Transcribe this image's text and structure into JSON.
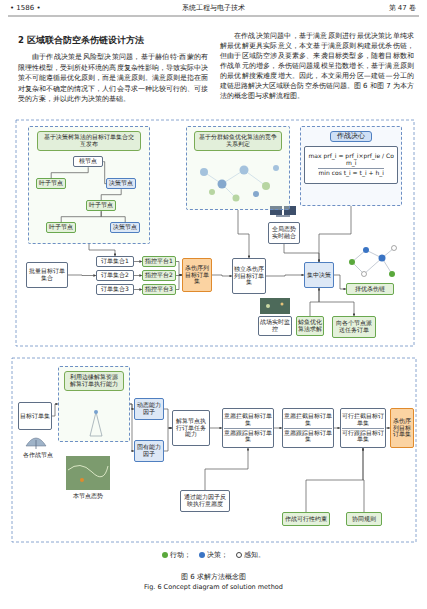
{
  "diagram": {
    "caption": "图 6 求解方法概念图",
    "nodes": [
      {
        "text": [
          "基于决策树算法的目标订单集合交互发布"
        ]
      },
      {
        "text": [
          "根节点"
        ],
        "in": 0
      },
      {
        "text": [
          "叶子节点"
        ],
        "in": 0
      },
      {
        "text": [
          "决策节点"
        ],
        "in": 0
      },
      {
        "text": [
          "叶子节点"
        ],
        "in": 0
      },
      {
        "text": [
          "叶子节点"
        ],
        "in": 0
      },
      {
        "text": [
          "决策节点"
        ],
        "in": 0
      },
      {
        "text": [
          "批量目标订单集合"
        ]
      },
      {
        "text": [
          "订单集合1"
        ]
      },
      {
        "text": [
          "订单集合2"
        ]
      },
      {
        "text": [
          "订单集合3"
        ]
      },
      {
        "text": [
          "指控平台1"
        ]
      },
      {
        "text": [
          "指控平台2"
        ]
      },
      {
        "text": [
          "指控平台3"
        ]
      },
      {
        "text": [
          "杀伤序列目标订单集"
        ]
      },
      {
        "text": [
          "基于分群鲸鱼优化算法的竞争关系判定"
        ]
      },
      {
        "text": [
          "作战决心"
        ]
      },
      {
        "text": [
          "max prf_i = prf_i×prf_ie / Com_i",
          "min cos t_i = t_i + h_i"
        ],
        "in": 16
      },
      {
        "text": [
          "独立杀伤序列目标订单集"
        ]
      },
      {
        "text": [
          "全局态势实时融合"
        ]
      },
      {
        "text": [
          "集中决策"
        ]
      },
      {
        "text": [
          "择优杀伤链"
        ]
      },
      {
        "text": [
          "战场实时监控"
        ]
      },
      {
        "text": [
          "鲸鱼优化算法求解"
        ]
      },
      {
        "text": [
          "向各个节点派送任务订单"
        ]
      },
      {
        "text": [
          "目标订单集"
        ]
      },
      {
        "text": [
          "利用边缘解算资源解算订单执行能力"
        ]
      },
      {
        "text": [
          "动态能力因子"
        ]
      },
      {
        "text": [
          "固有能力因子"
        ]
      },
      {
        "text": [
          "解算节点执行订单任务能力"
        ]
      },
      {
        "text": [
          "意愿拦截目标订单集",
          "意愿跟踪目标订单集"
        ]
      },
      {
        "text": [
          "通过能力因子反映执行意愿度"
        ]
      },
      {
        "text": [
          "意愿拦截目标订单集",
          "意愿跟踪目标订单集"
        ]
      },
      {
        "text": [
          "可行拦截目标订单集",
          "可行跟踪目标订单集"
        ]
      },
      {
        "text": [
          "杀伤序列目标订单集"
        ]
      },
      {
        "text": [
          "作战可行性约束"
        ]
      },
      {
        "text": [
          "协同规则"
        ]
      }
    ],
    "edges": [
      {
        "from": 1,
        "to": 2,
        "arrow": "none"
      },
      {
        "from": 1,
        "to": 3,
        "arrow": "none"
      },
      {
        "from": 3,
        "to": 4,
        "arrow": "none"
      },
      {
        "from": 4,
        "to": 5,
        "arrow": "none"
      },
      {
        "from": 4,
        "to": 6,
        "arrow": "none"
      },
      {
        "from": 0,
        "to": 8,
        "arrow": "to"
      },
      {
        "from": 7,
        "to": 9,
        "arrow": "to"
      },
      {
        "from": 8,
        "to": 11,
        "arrow": "to"
      },
      {
        "from": 9,
        "to": 12,
        "arrow": "to"
      },
      {
        "from": 10,
        "to": 13,
        "arrow": "to"
      },
      {
        "from": 11,
        "to": 14,
        "arrow": "to"
      },
      {
        "from": 12,
        "to": 14,
        "arrow": "to"
      },
      {
        "from": 13,
        "to": 14,
        "arrow": "to"
      },
      {
        "from": 14,
        "to": 18,
        "arrow": "to"
      },
      {
        "from": 15,
        "to": 18,
        "arrow": "to"
      },
      {
        "from": 18,
        "to": 20,
        "arrow": "to"
      },
      {
        "from": 19,
        "to": 20,
        "arrow": "to"
      },
      {
        "from": 16,
        "to": 20,
        "arrow": "to"
      },
      {
        "from": 20,
        "to": 21,
        "arrow": "to"
      },
      {
        "from": 20,
        "to": 24,
        "arrow": "to"
      },
      {
        "from": 23,
        "to": 20,
        "arrow": "to"
      },
      {
        "from": 25,
        "to": 26,
        "arrow": "to"
      },
      {
        "from": 26,
        "to": 27,
        "arrow": "to"
      },
      {
        "from": 26,
        "to": 28,
        "arrow": "to"
      },
      {
        "from": 27,
        "to": 29,
        "arrow": "to"
      },
      {
        "from": 28,
        "to": 29,
        "arrow": "to"
      },
      {
        "from": 29,
        "to": 30,
        "arrow": "to"
      },
      {
        "from": 31,
        "to": 30,
        "arrow": "to"
      },
      {
        "from": 30,
        "to": 32,
        "arrow": "to"
      },
      {
        "from": 32,
        "to": 33,
        "arrow": "to"
      },
      {
        "from": 35,
        "to": 33,
        "arrow": "to"
      },
      {
        "from": 36,
        "to": 33,
        "arrow": "to"
      },
      {
        "from": 33,
        "to": 34,
        "arrow": "to"
      }
    ],
    "labels": [
      "• 1586 •",
      "系统工程与电子技术",
      "第 47 卷",
      "2 区域联合防空杀伤链设计方法",
      "由于作战决策是风险型决策问题，基于赫伯特·西蒙的有限理性模型，受到所处环境的高度复杂性影响，导致实际中决策不可能遵循最优化原则，而是满意原则。满意原则是指在面对复杂和不确定的情况下，人们会寻求一种比较可行的、可接受的方案，并以此作为决策的基础。",
      "在作战决策问题中，基于满意原则进行最优决策比单纯求解最优解更具实际意义，本文基于满意原则构建最优杀伤链，但由于区域防空涉及要素多、来袭目标类型多，随着目标数和作战单元的增多，杀伤链问题规模呈指数增长，基于满意原则的最优解搜索难度增大。因此，本文采用分区—建链—分工的建链思路解决大区域联合防空杀伤链问题。图 6 和图 7 为本方法的概念图与求解流程图。",
      "各作战节点",
      "本节点态势",
      "Fig. 6 Concept diagram of solution method"
    ],
    "legend": [
      {
        "text": "行动；",
        "color": "#5aa83c"
      },
      {
        "text": "决策；",
        "color": "#3a74c4"
      },
      {
        "text": "感知。"
      }
    ]
  }
}
